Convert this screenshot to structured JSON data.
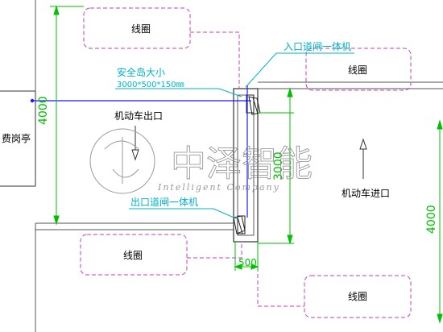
{
  "labels": {
    "coil_top_left": "线圈",
    "coil_top_right": "线圈",
    "coil_bottom_left": "线圈",
    "coil_bottom_right": "线圈",
    "entry_gate": "入口道闸一体机",
    "exit_gate": "出口道闸一体机",
    "island_title": "安全岛大小",
    "island_size": "3000*500*150㎜",
    "vehicle_exit": "机动车出口",
    "vehicle_entry": "机动车进口",
    "toll_booth": "费岗亭"
  },
  "dimensions": {
    "left_height": "4000",
    "island_length": "3000",
    "island_width": "500",
    "right_height": "4000"
  },
  "watermark": {
    "brand": "中泽智能",
    "subtitle": "Intelligent Company"
  },
  "colors": {
    "dimension": "#00c000",
    "annotation": "#00b4c8",
    "coil": "#c040c0",
    "axis": "#1a1aff",
    "outline": "#333333"
  }
}
